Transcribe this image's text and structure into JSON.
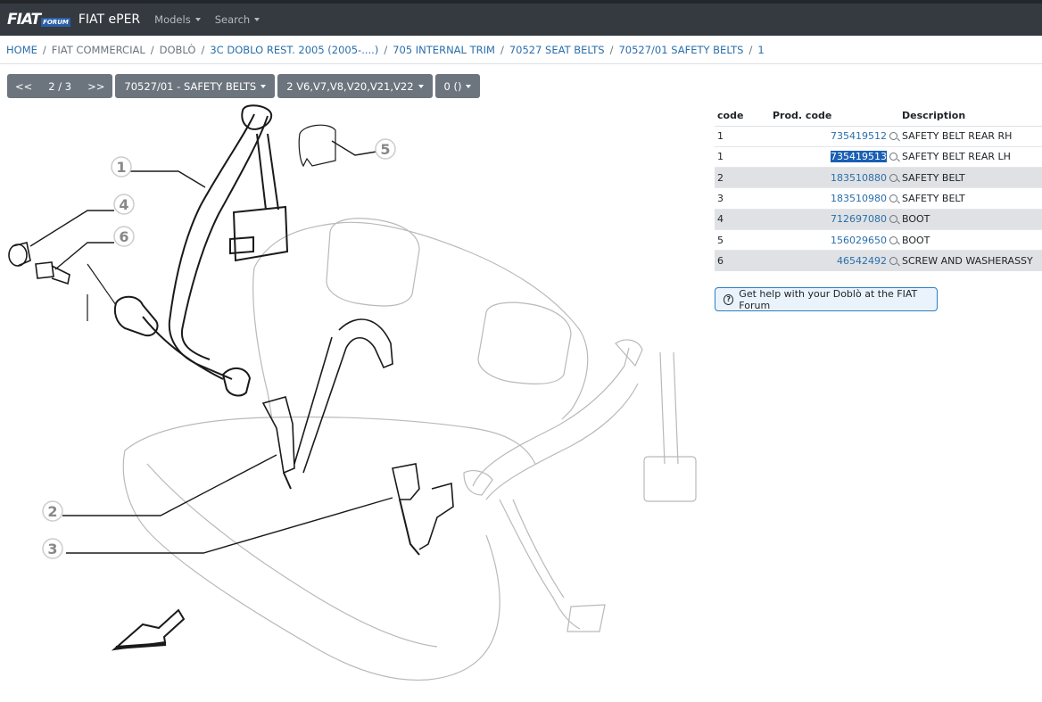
{
  "navbar": {
    "logo_text": "FIAT",
    "logo_badge": "FORUM",
    "brand": "FIAT ePER",
    "menu": [
      "Models",
      "Search"
    ]
  },
  "breadcrumb": [
    {
      "label": "HOME",
      "link": true
    },
    {
      "label": "FIAT COMMERCIAL",
      "link": false
    },
    {
      "label": "DOBLÒ",
      "link": false
    },
    {
      "label": "3C DOBLO REST. 2005 (2005-....)",
      "link": true
    },
    {
      "label": "705 INTERNAL TRIM",
      "link": true
    },
    {
      "label": "70527 SEAT BELTS",
      "link": true
    },
    {
      "label": "70527/01 SAFETY BELTS",
      "link": true
    },
    {
      "label": "1",
      "link": true
    }
  ],
  "toolbar": {
    "prev": "<<",
    "page": "2 / 3",
    "next": ">>",
    "table_select": "70527/01 - SAFETY BELTS",
    "variant_select": "2 V6,V7,V8,V20,V21,V22",
    "count_select": "0 ()"
  },
  "diagram": {
    "callouts": [
      "1",
      "2",
      "3",
      "4",
      "5",
      "6"
    ]
  },
  "parts_table": {
    "headers": {
      "code": "code",
      "prod": "Prod. code",
      "desc": "Description"
    },
    "rows": [
      {
        "code": "1",
        "prod": "735419512",
        "desc": "SAFETY BELT REAR RH",
        "shaded": false,
        "selected": false
      },
      {
        "code": "1",
        "prod": "735419513",
        "desc": "SAFETY BELT REAR LH",
        "shaded": false,
        "selected": true
      },
      {
        "code": "2",
        "prod": "183510880",
        "desc": "SAFETY BELT",
        "shaded": true,
        "selected": false
      },
      {
        "code": "3",
        "prod": "183510980",
        "desc": "SAFETY BELT",
        "shaded": false,
        "selected": false
      },
      {
        "code": "4",
        "prod": "712697080",
        "desc": "BOOT",
        "shaded": true,
        "selected": false
      },
      {
        "code": "5",
        "prod": "156029650",
        "desc": "BOOT",
        "shaded": false,
        "selected": false
      },
      {
        "code": "6",
        "prod": "46542492",
        "desc": "SCREW AND WASHERASSY",
        "shaded": true,
        "selected": false
      }
    ]
  },
  "help": {
    "icon": "?",
    "label": "Get help with your Doblò at the FIAT Forum"
  }
}
